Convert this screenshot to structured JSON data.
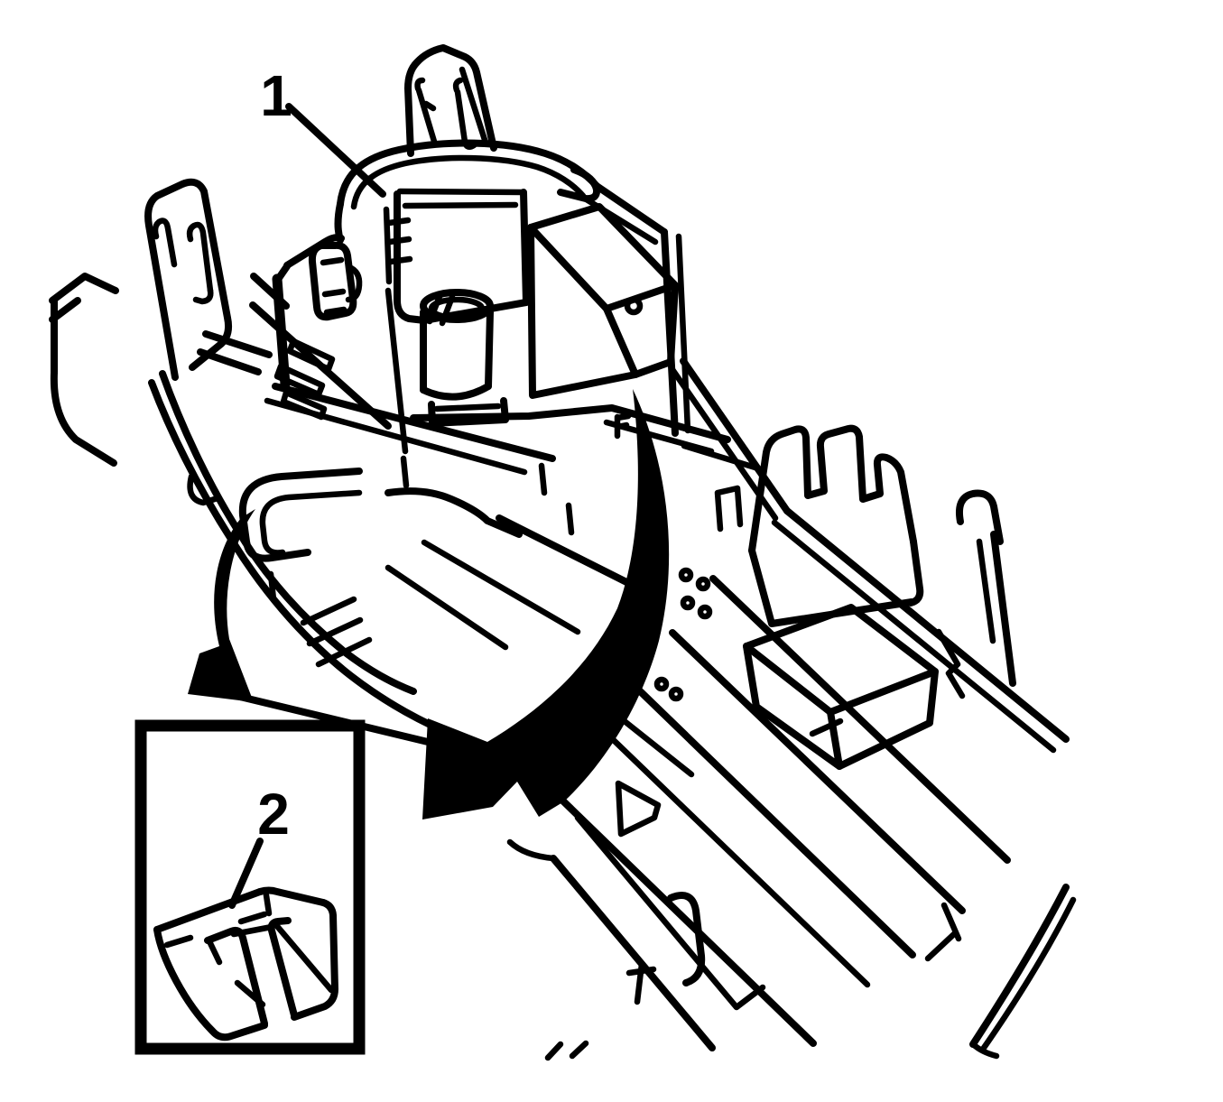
{
  "figure": {
    "type": "technical-line-illustration",
    "background_color": "#ffffff",
    "line_color": "#000000",
    "callouts": [
      {
        "label": "1",
        "points_to": "main-component-assembly"
      },
      {
        "label": "2",
        "points_to": "retainer-clip-inset-detail"
      }
    ]
  }
}
